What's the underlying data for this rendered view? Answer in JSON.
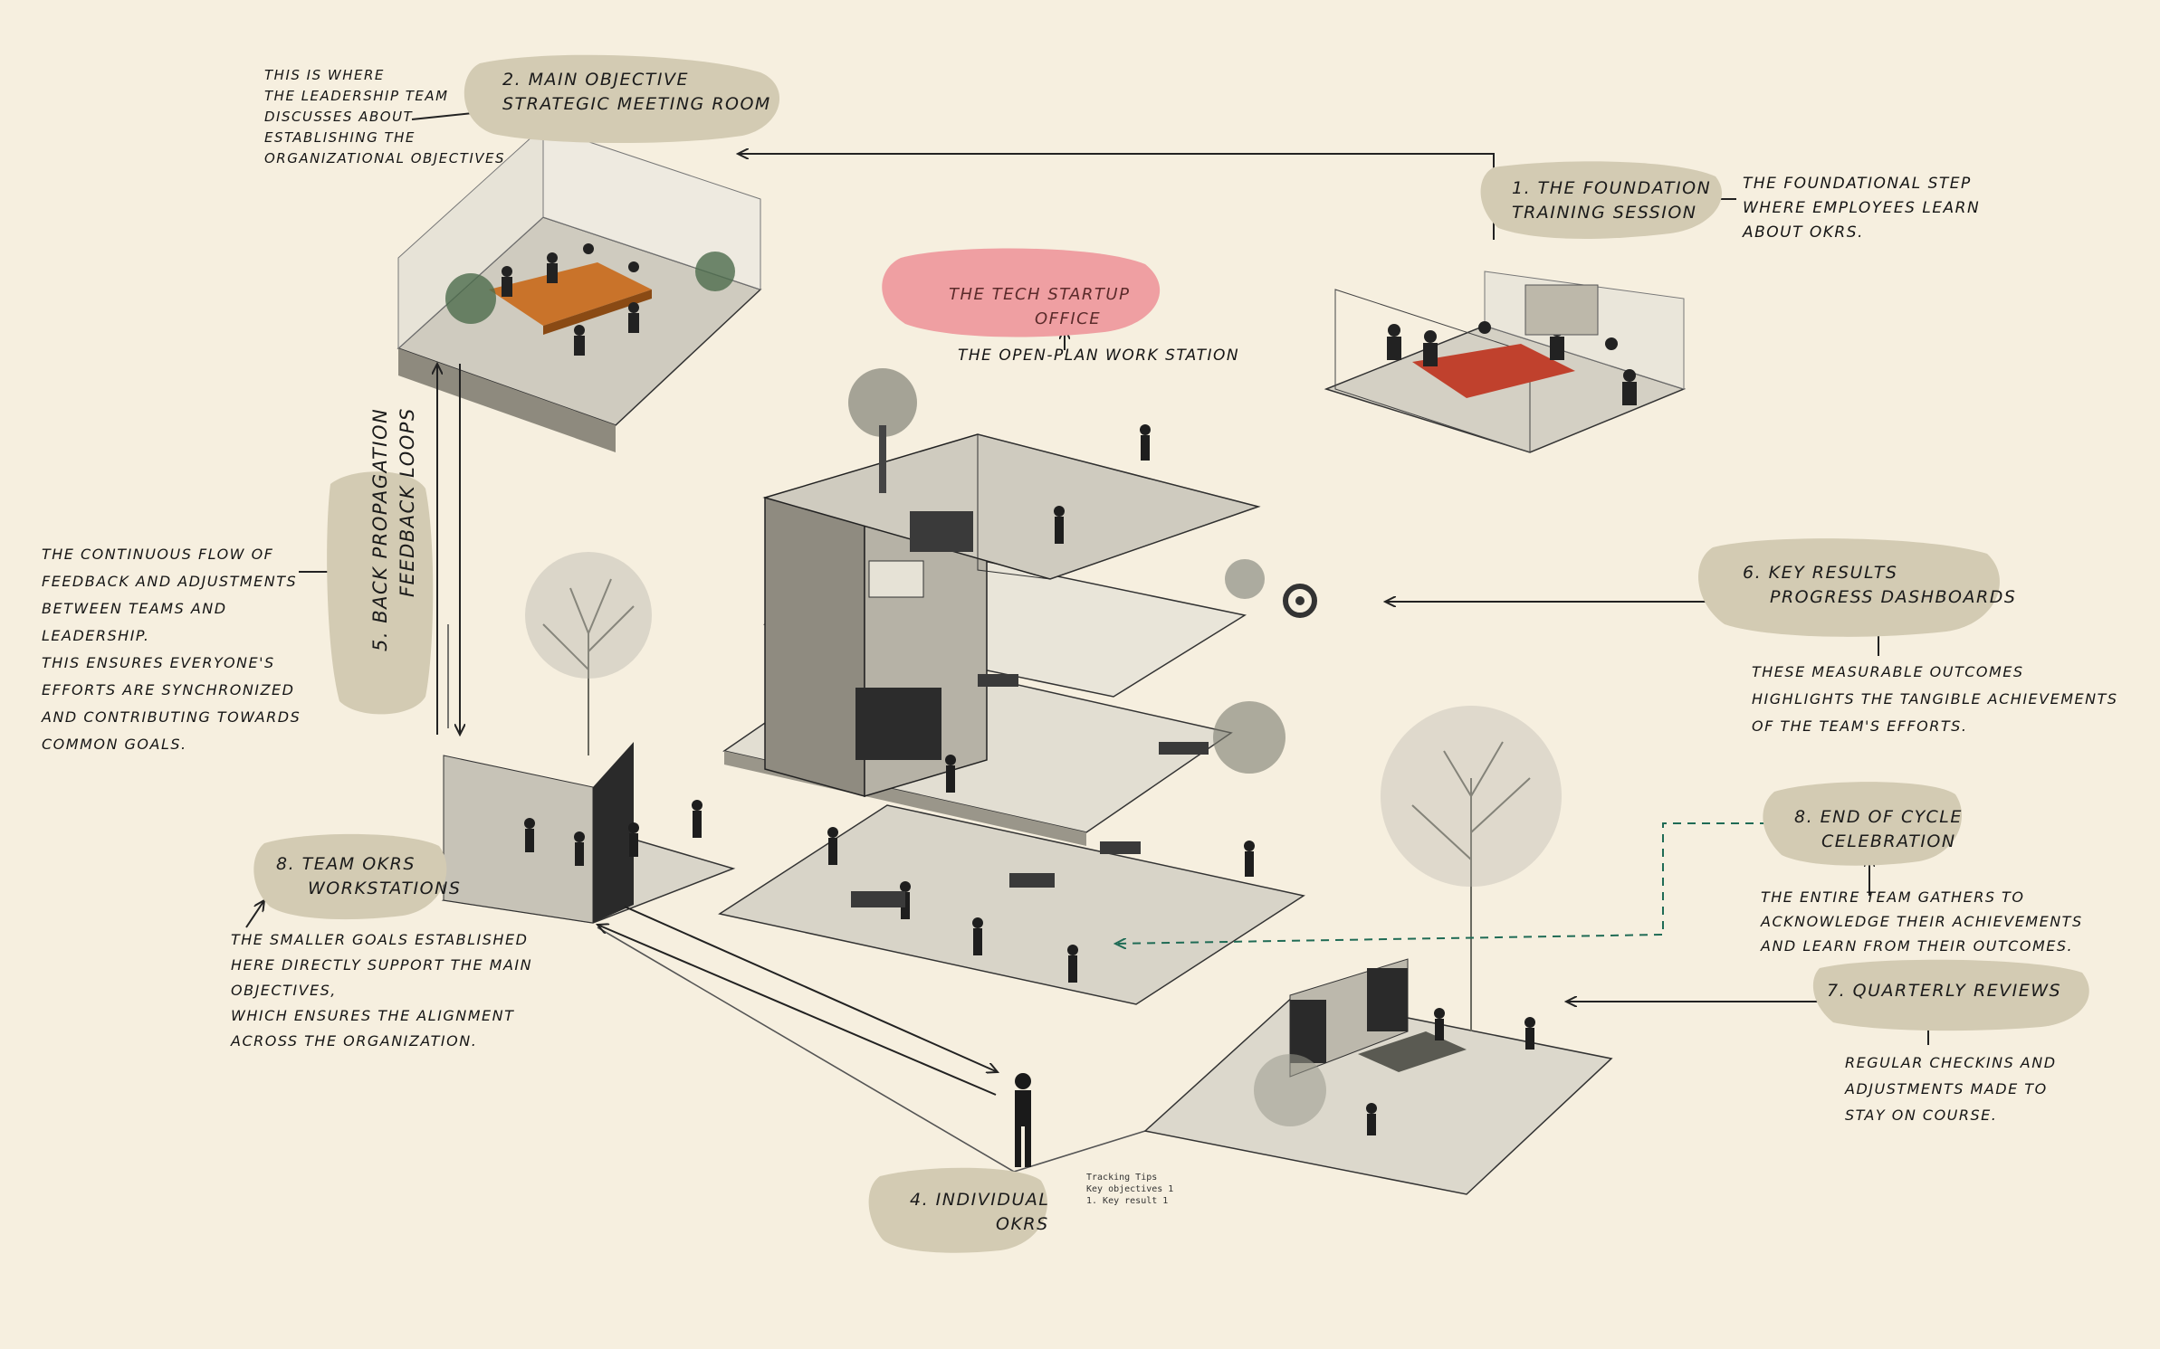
{
  "center": {
    "title_lines": [
      "THE TECH STARTUP",
      "OFFICE"
    ],
    "subtitle": "THE OPEN-PLAN WORK STATION"
  },
  "steps": {
    "s1": {
      "label_lines": [
        "1. THE FOUNDATION",
        "TRAINING SESSION"
      ],
      "note_lines": [
        "THE FOUNDATIONAL STEP",
        "WHERE EMPLOYEES LEARN",
        "ABOUT OKRS."
      ]
    },
    "s2": {
      "label_lines": [
        "2. MAIN OBJECTIVE",
        "STRATEGIC MEETING ROOM"
      ],
      "note_lines": [
        "THIS IS WHERE",
        "THE LEADERSHIP TEAM",
        "DISCUSSES ABOUT",
        "ESTABLISHING THE",
        "ORGANIZATIONAL OBJECTIVES"
      ]
    },
    "s3": {
      "label_lines": [
        "8. TEAM OKRS",
        "WORKSTATIONS"
      ],
      "note_lines": [
        "THE SMALLER GOALS ESTABLISHED",
        "HERE DIRECTLY SUPPORT THE MAIN",
        "OBJECTIVES,",
        "WHICH ENSURES THE ALIGNMENT",
        "ACROSS THE ORGANIZATION."
      ]
    },
    "s4": {
      "label_lines": [
        "4. INDIVIDUAL",
        "OKRS"
      ],
      "tiny_lines": [
        "Tracking Tips",
        "Key objectives 1",
        "1. Key result 1"
      ]
    },
    "s5": {
      "label_lines": [
        "5. BACK PROPAGATION",
        "FEEDBACK LOOPS"
      ],
      "note_lines": [
        "THE CONTINUOUS FLOW OF",
        "FEEDBACK AND ADJUSTMENTS",
        "BETWEEN TEAMS AND",
        "LEADERSHIP.",
        "THIS ENSURES EVERYONE'S",
        "EFFORTS ARE SYNCHRONIZED",
        "AND CONTRIBUTING TOWARDS",
        "COMMON GOALS."
      ]
    },
    "s6": {
      "label_lines": [
        "6. KEY RESULTS",
        "PROGRESS DASHBOARDS"
      ],
      "note_lines": [
        "THESE MEASURABLE OUTCOMES",
        "HIGHLIGHTS THE TANGIBLE ACHIEVEMENTS",
        "OF THE TEAM'S EFFORTS."
      ]
    },
    "s7": {
      "label": "7. QUARTERLY REVIEWS",
      "note_lines": [
        "REGULAR CHECKINS AND",
        "ADJUSTMENTS MADE TO",
        "STAY ON COURSE."
      ]
    },
    "s8": {
      "label_lines": [
        "8. END OF CYCLE",
        "CELEBRATION"
      ],
      "note_lines": [
        "THE ENTIRE TEAM GATHERS TO",
        "ACKNOWLEDGE THEIR ACHIEVEMENTS",
        "AND LEARN FROM THEIR OUTCOMES."
      ]
    }
  },
  "colors": {
    "background": "#f6efdf",
    "label_blob": "#d3cbb3",
    "title_blob": "#ef9fa2",
    "ink": "#151515",
    "dashed_connector": "#1f6b55"
  }
}
